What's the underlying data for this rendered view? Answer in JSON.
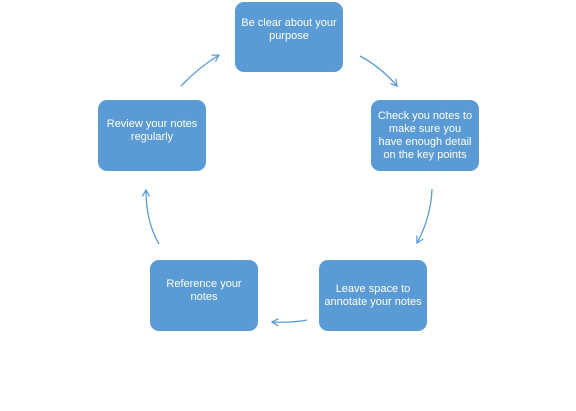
{
  "diagram": {
    "nodes": [
      {
        "id": "n1",
        "label": "Be clear about your purpose"
      },
      {
        "id": "n2",
        "label": "Check you notes to make sure you have enough detail on the key points"
      },
      {
        "id": "n3",
        "label": "Leave space to annotate your notes"
      },
      {
        "id": "n4",
        "label": "Reference your notes"
      },
      {
        "id": "n5",
        "label": "Review your notes regularly"
      }
    ],
    "edges": [
      {
        "from": "n1",
        "to": "n2"
      },
      {
        "from": "n2",
        "to": "n3"
      },
      {
        "from": "n3",
        "to": "n4"
      },
      {
        "from": "n4",
        "to": "n5"
      },
      {
        "from": "n5",
        "to": "n1"
      }
    ],
    "colors": {
      "node_fill": "#5b9bd5",
      "node_text": "#ffffff",
      "arrow": "#5b9bd5"
    }
  }
}
